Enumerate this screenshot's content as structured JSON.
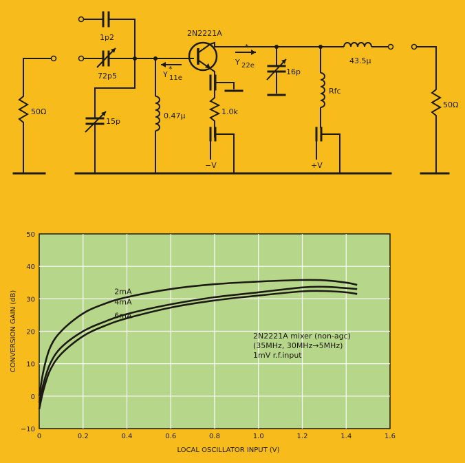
{
  "circuit": {
    "labels": {
      "c1": "1p2",
      "c2": "72p5",
      "c3": "15p",
      "l1": "0.47µ",
      "transistor": "2N2221A",
      "r_emitter": "1.0k",
      "c_out": "16p",
      "l_out": "43.5µ",
      "rfc": "Rfc",
      "r_in": "50Ω",
      "r_out": "50Ω",
      "neg_v": "−V",
      "pos_v": "+V",
      "y11e_main": "Y",
      "y11e_sub": "11e",
      "y22e_main": "Y",
      "y22e_sub": "22e",
      "star": "*"
    }
  },
  "chart_data": {
    "type": "line",
    "xlabel": "LOCAL OSCILLATOR INPUT (V)",
    "ylabel": "CONVERSION GAIN (dB)",
    "xlim": [
      0,
      1.6
    ],
    "ylim": [
      -10,
      50
    ],
    "xticks": [
      "0",
      "0.2",
      "0.4",
      "0.6",
      "0.8",
      "1.0",
      "1.2",
      "1.4",
      "1.6"
    ],
    "yticks": [
      "−10",
      "0",
      "10",
      "20",
      "30",
      "40",
      "50"
    ],
    "grid": true,
    "annotation": [
      "2N2221A mixer (non-agc)",
      "(35MHz, 30MHz→5MHz)",
      "1mV r.f.input"
    ],
    "series": [
      {
        "name": "2mA",
        "x": [
          0.0,
          0.02,
          0.05,
          0.1,
          0.2,
          0.3,
          0.4,
          0.6,
          0.8,
          1.0,
          1.2,
          1.3,
          1.4,
          1.45
        ],
        "y": [
          0,
          8,
          15,
          20,
          25.5,
          28.5,
          30.5,
          33,
          34.5,
          35.3,
          35.8,
          35.7,
          35.0,
          34.3
        ]
      },
      {
        "name": "4mA",
        "x": [
          0.0,
          0.02,
          0.05,
          0.1,
          0.2,
          0.3,
          0.4,
          0.6,
          0.8,
          1.0,
          1.2,
          1.3,
          1.4,
          1.45
        ],
        "y": [
          -2,
          4,
          10,
          15,
          20,
          23,
          25.3,
          28.3,
          30.5,
          32.0,
          33.5,
          33.7,
          33.3,
          33.0
        ]
      },
      {
        "name": "6mA",
        "x": [
          0.0,
          0.02,
          0.05,
          0.1,
          0.2,
          0.3,
          0.4,
          0.6,
          0.8,
          1.0,
          1.2,
          1.3,
          1.4,
          1.45
        ],
        "y": [
          -4,
          2,
          8,
          13,
          18.5,
          21.7,
          24.0,
          27.3,
          29.5,
          31.0,
          32.3,
          32.4,
          32.0,
          31.5
        ]
      }
    ]
  }
}
